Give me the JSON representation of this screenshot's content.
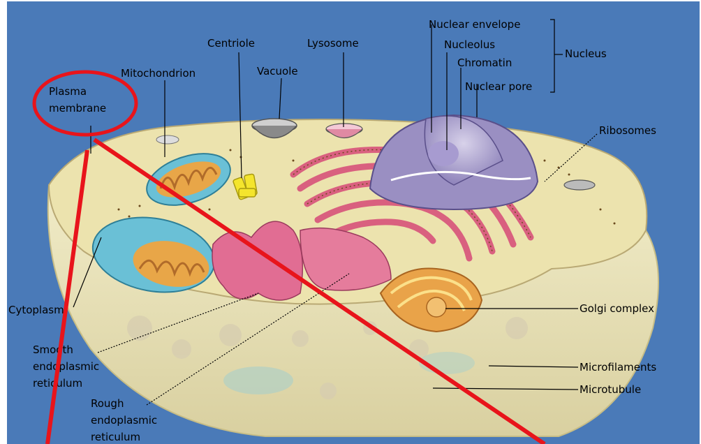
{
  "colors": {
    "background": "#4a7ab8",
    "highlight": "#e8141b",
    "cytoplasm": "#ece3ae",
    "er": "#d9607f",
    "mitochondria": "#6ac0d6",
    "nucleus": "#9a8fc2",
    "golgi": "#e9a349"
  },
  "labels": {
    "plasma_membrane": [
      "Plasma",
      "membrane"
    ],
    "mitochondrion": "Mitochondrion",
    "centriole": "Centriole",
    "vacuole": "Vacuole",
    "lysosome": "Lysosome",
    "nuclear_envelope": "Nuclear envelope",
    "nucleolus": "Nucleolus",
    "chromatin": "Chromatin",
    "nuclear_pore": "Nuclear pore",
    "nucleus": "Nucleus",
    "ribosomes": "Ribosomes",
    "cytoplasm": "Cytoplasm",
    "golgi_complex": "Golgi complex",
    "smooth_er": [
      "Smooth",
      "endoplasmic",
      "reticulum"
    ],
    "rough_er": [
      "Rough",
      "endoplasmic",
      "reticulum"
    ],
    "microfilaments": "Microfilaments",
    "microtubule": "Microtubule"
  }
}
